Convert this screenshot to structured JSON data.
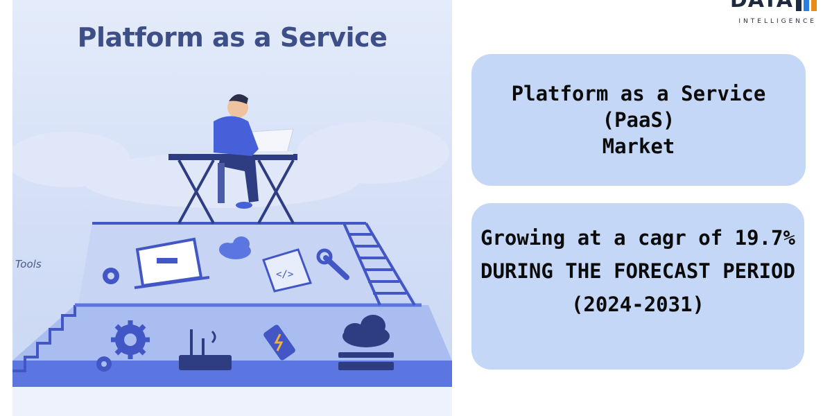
{
  "illustration": {
    "title": "Platform as a Service",
    "tools_label": "Tools"
  },
  "logo": {
    "word": "DATA",
    "subtitle": "INTELLIGENCE",
    "bar_colors": [
      "#1f2940",
      "#2a7de1",
      "#e88a1a"
    ]
  },
  "title_card": {
    "line1": "Platform as a Service (PaaS)",
    "line2": "Market"
  },
  "growth_card": {
    "line1": "Growing at a cagr of 19.7%",
    "line2": "DURING THE FORECAST PERIOD",
    "line3": "(2024-2031)"
  },
  "colors": {
    "card_bg": "#c5d7f6",
    "illustration_bg": "#d3def6",
    "accent_blue": "#3f5ad6"
  }
}
